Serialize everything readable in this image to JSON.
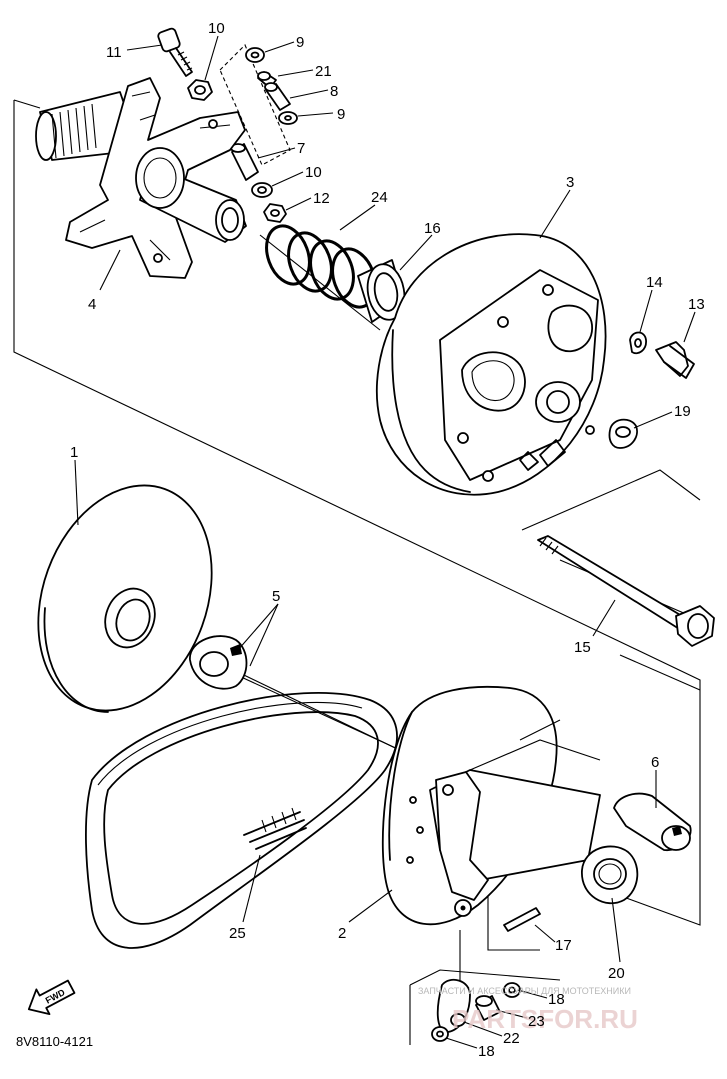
{
  "diagram": {
    "callouts": [
      {
        "id": "1",
        "text": "1"
      },
      {
        "id": "2",
        "text": "2"
      },
      {
        "id": "3",
        "text": "3"
      },
      {
        "id": "4",
        "text": "4"
      },
      {
        "id": "5",
        "text": "5"
      },
      {
        "id": "6",
        "text": "6"
      },
      {
        "id": "7",
        "text": "7"
      },
      {
        "id": "8",
        "text": "8"
      },
      {
        "id": "9a",
        "text": "9"
      },
      {
        "id": "9b",
        "text": "9"
      },
      {
        "id": "10a",
        "text": "10"
      },
      {
        "id": "10b",
        "text": "10"
      },
      {
        "id": "11",
        "text": "11"
      },
      {
        "id": "12",
        "text": "12"
      },
      {
        "id": "13",
        "text": "13"
      },
      {
        "id": "14",
        "text": "14"
      },
      {
        "id": "15",
        "text": "15"
      },
      {
        "id": "16",
        "text": "16"
      },
      {
        "id": "17",
        "text": "17"
      },
      {
        "id": "18a",
        "text": "18"
      },
      {
        "id": "18b",
        "text": "18"
      },
      {
        "id": "19",
        "text": "19"
      },
      {
        "id": "20",
        "text": "20"
      },
      {
        "id": "21",
        "text": "21"
      },
      {
        "id": "22",
        "text": "22"
      },
      {
        "id": "23",
        "text": "23"
      },
      {
        "id": "24",
        "text": "24"
      },
      {
        "id": "25",
        "text": "25"
      }
    ],
    "diagram_code": "8V8110-4121",
    "fwd_label": "FWD",
    "watermark_text": "ЗАПЧАСТИ И АКСЕССУАРЫ ДЛЯ МОТОТЕХНИКИ",
    "watermark_logo": "PARTSFOR.RU"
  }
}
